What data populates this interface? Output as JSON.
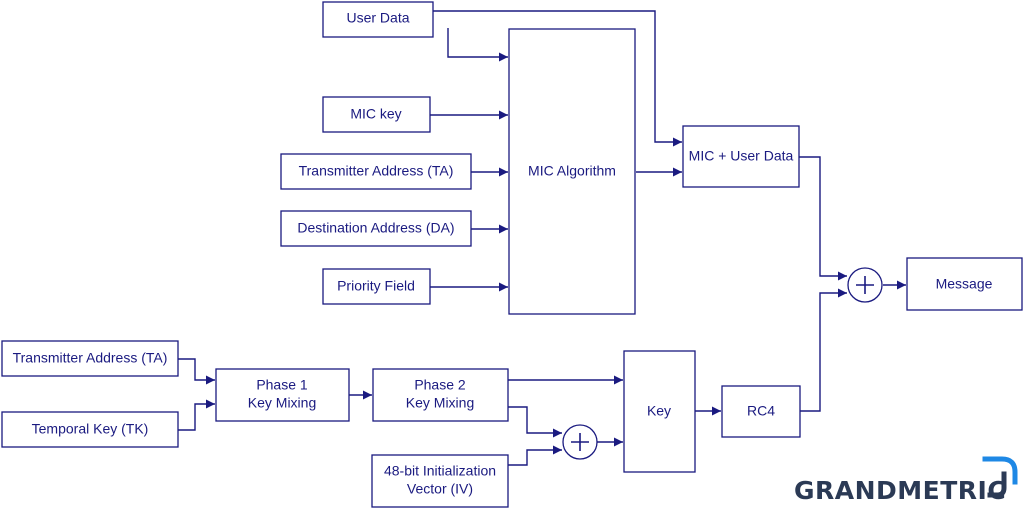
{
  "colors": {
    "primary": "#1a1a80",
    "logo_text": "#2b3a55",
    "logo_accent": "#1e88e5"
  },
  "nodes": {
    "user_data": "User Data",
    "mic_key": "MIC key",
    "ta_top": "Transmitter Address (TA)",
    "da": "Destination Address (DA)",
    "priority": "Priority Field",
    "mic_algorithm": "MIC Algorithm",
    "mic_user_data": "MIC + User Data",
    "message": "Message",
    "ta_bottom": "Transmitter Address (TA)",
    "temporal_key": "Temporal Key (TK)",
    "phase1_line1": "Phase 1",
    "phase1_line2": "Key Mixing",
    "phase2_line1": "Phase 2",
    "phase2_line2": "Key Mixing",
    "iv_line1": "48-bit Initialization",
    "iv_line2": "Vector (IV)",
    "key": "Key",
    "rc4": "RC4"
  },
  "logo": {
    "text": "GRANDMETRIC"
  }
}
